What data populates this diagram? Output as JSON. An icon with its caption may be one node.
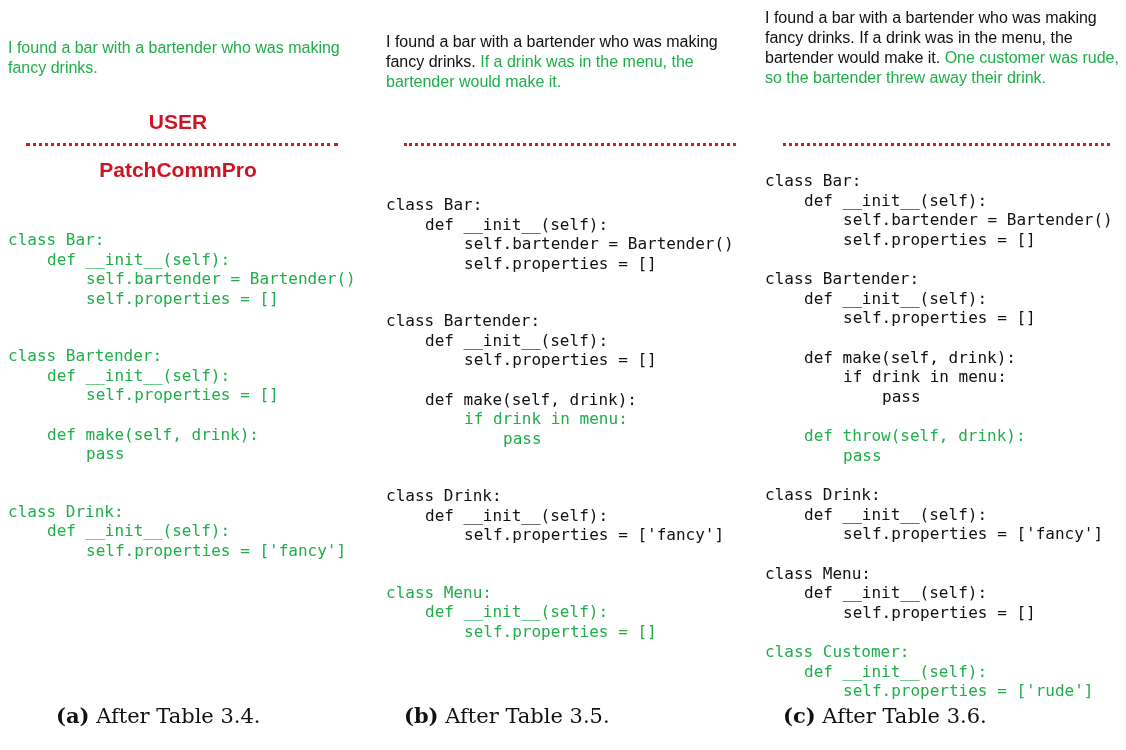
{
  "diagram": {
    "labels": [
      "I found a bar with a bartender who was making fancy drinks.",
      "USER",
      "PatchCommPro",
      "class Bar:",
      "def __init__(self):",
      "self.bartender = Bartender()",
      "self.properties = []",
      "class Bartender:",
      "def __init__(self):",
      "self.properties = []",
      "def make(self, drink):",
      "pass",
      "class Drink:",
      "def __init__(self):",
      "self.properties = ['fancy']",
      "**(a)** After Table 3.4.",
      "I found a bar with a bartender who was making fancy drinks.",
      "If a drink was in the menu, the bartender would make it.",
      "class Bar:",
      "def __init__(self):",
      "self.bartender = Bartender()",
      "self.properties = []",
      "class Bartender:",
      "def __init__(self):",
      "self.properties = []",
      "def make(self, drink):",
      "if drink in menu:",
      "pass",
      "class Drink:",
      "def __init__(self):",
      "self.properties = ['fancy']",
      "class Menu:",
      "def __init__(self):",
      "self.properties = []",
      "**(b)** After Table 3.5.",
      "I found a bar with a bartender who was making fancy drinks.",
      "If a drink was in the menu, the bartender would make it.",
      "One customer was rude, so the bartender threw away their drink.",
      "class Bar:",
      "def __init__(self):",
      "self.bartender = Bartender()",
      "self.properties = []",
      "class Bartender:",
      "def __init__(self):",
      "self.properties = []",
      "def make(self, drink):",
      "if drink in menu:",
      "pass",
      "def throw(self, drink):",
      "pass",
      "class Drink:",
      "def __init__(self):",
      "self.properties = ['fancy']",
      "class Menu:",
      "def __init__(self):",
      "self.properties = []",
      "class Customer:",
      "def __init__(self):",
      "self.properties = ['rude']",
      "**(c)** After Table 3.6."
    ]
  }
}
